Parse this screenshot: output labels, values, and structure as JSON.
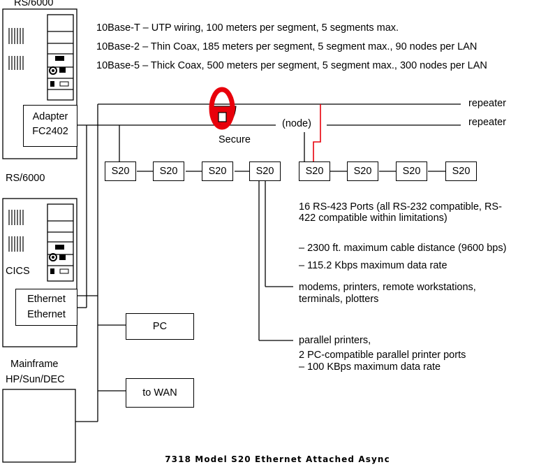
{
  "hosts": {
    "rs6000_top_label": "RS/6000",
    "adapter_line1": "Adapter",
    "adapter_line2": "FC2402",
    "rs6000_mid_label": "RS/6000",
    "cics_label": "CICS",
    "ethernet_line1": "Ethernet",
    "ethernet_line2": "Ethernet",
    "mainframe_label": "Mainframe",
    "hpsundec_label": "HP/Sun/DEC"
  },
  "specs": [
    "10Base-T – UTP wiring, 100 meters per segment, 5 segments max.",
    "10Base-2 – Thin Coax, 185 meters per segment, 5 segment max., 90 nodes per LAN",
    "10Base-5 – Thick Coax, 500 meters per segment, 5 segment max., 300 nodes per LAN"
  ],
  "network": {
    "repeater_1": "repeater",
    "repeater_2": "repeater",
    "node_label": "(node)",
    "secure_label": "Secure",
    "secure_color": "#e8000b",
    "red_link_color": "#e8000b"
  },
  "s20_units": [
    "S20",
    "S20",
    "S20",
    "S20",
    "S20",
    "S20",
    "S20",
    "S20"
  ],
  "devices": {
    "pc": "PC",
    "wan": "to WAN"
  },
  "notes": {
    "ports_title": "16 RS-423 Ports (all RS-232 compatible, RS-422 compatible within limitations)",
    "cable_distance": "– 2300 ft. maximum cable distance (9600 bps)",
    "data_rate": "– 115.2 Kbps maximum data rate",
    "serial_devices": "modems, printers,  remote workstations, terminals, plotters",
    "parallel_title": "parallel printers,",
    "parallel_ports": "2 PC-compatible parallel printer ports",
    "parallel_rate": "– 100 KBps maximum data rate"
  },
  "caption": "7318 Model S20 Ethernet Attached Async"
}
